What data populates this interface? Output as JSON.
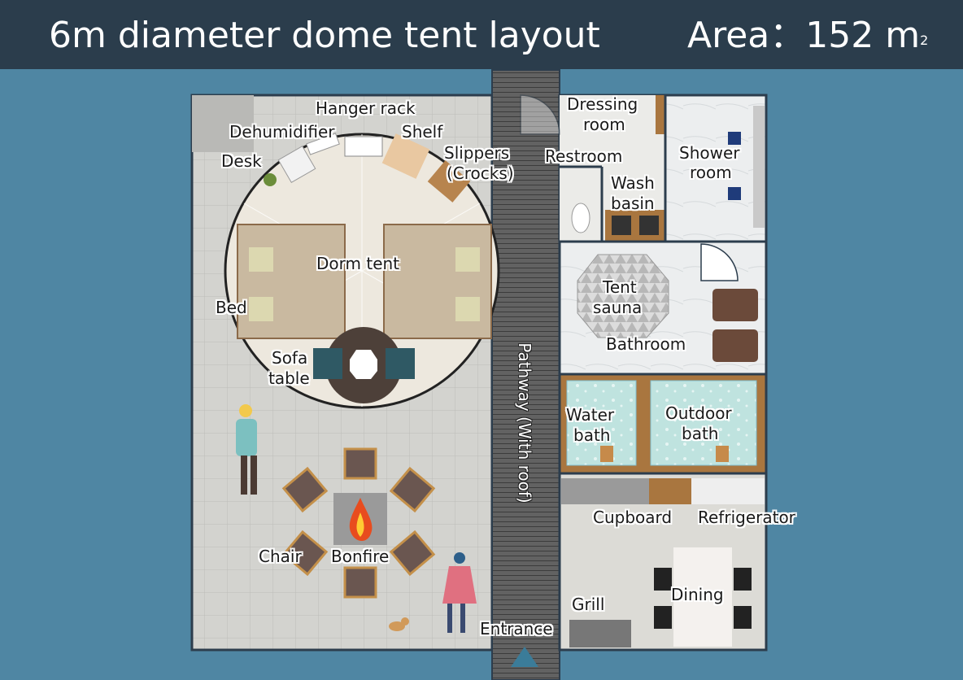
{
  "header": {
    "title": "6m diameter dome tent layout",
    "area_prefix": "Area：152 m",
    "area_unit_sup": "2"
  },
  "labels": {
    "hanger_rack": "Hanger rack",
    "dehumidifier": "Dehumidifier",
    "shelf": "Shelf",
    "desk": "Desk",
    "slippers_1": "Slippers",
    "slippers_2": "(Crocks)",
    "dorm_tent": "Dorm tent",
    "bed": "Bed",
    "sofa": "Sofa",
    "table": "table",
    "chair": "Chair",
    "bonfire": "Bonfire",
    "entrance": "Entrance",
    "pathway": "Pathway (With roof)",
    "dressing_1": "Dressing",
    "dressing_2": "room",
    "restroom": "Restroom",
    "wash_1": "Wash",
    "wash_2": "basin",
    "shower_1": "Shower",
    "shower_2": "room",
    "sauna_1": "Tent",
    "sauna_2": "sauna",
    "bathroom": "Bathroom",
    "water_1": "Water",
    "water_2": "bath",
    "outdoor_1": "Outdoor",
    "outdoor_2": "bath",
    "cupboard": "Cupboard",
    "refrigerator": "Refrigerator",
    "grill": "Grill",
    "dining": "Dining"
  },
  "colors": {
    "background": "#4f86a3",
    "header": "#2b3d4c",
    "ground": "#cfcfcb",
    "tent_floor": "#ece6da",
    "wood": "#a9763f",
    "bath_water": "#bfe3df",
    "pathway": "#5b5b5b"
  }
}
